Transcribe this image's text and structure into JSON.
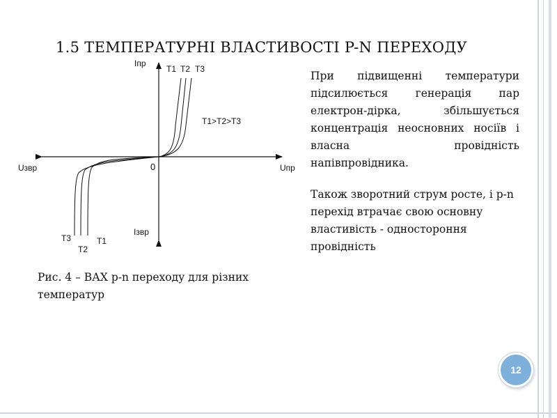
{
  "title": "1.5 ТЕМПЕРАТУРНІ ВЛАСТИВОСТІ P-N ПЕРЕХОДУ",
  "paragraph_1": "При підвищенні температури підсилюється генерація пар електрон-дірка, збільшується концентрація неосновних носіїв і власна провідність напівпровідника.",
  "paragraph_2": "Також зворотний струм росте, і p-n перехід втрачає свою основну властивість - одностороння провідність",
  "caption": "Рис. 4 – ВАХ p-n переходу для різних температур",
  "page_number": "12",
  "diagram": {
    "labels": {
      "i_forward": "Iпр",
      "i_reverse": "Iзвр",
      "u_forward": "Uпр",
      "u_reverse": "Uзвр",
      "origin": "0",
      "relation": "T1>T2>T3",
      "t1": "T1",
      "t2": "T2",
      "t3": "T3"
    }
  },
  "colors": {
    "badge": "#7fb0dc",
    "frame": "#cfd6de",
    "ink": "#111111"
  }
}
